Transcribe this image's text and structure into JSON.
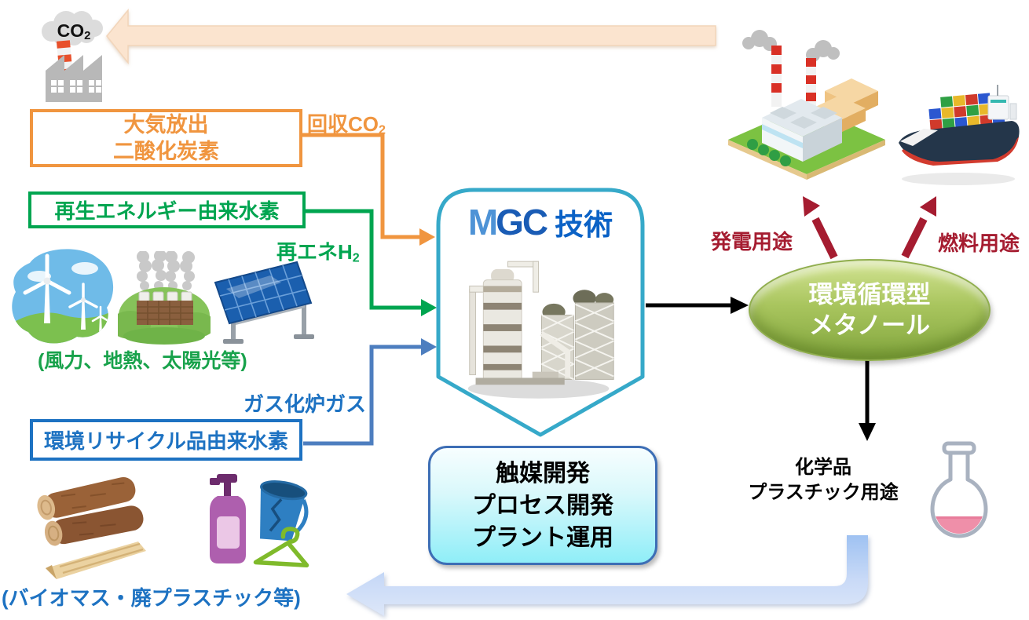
{
  "colors": {
    "orange": "#F0953F",
    "peach_arrow": "#FBE4CF",
    "green": "#00A550",
    "blue": "#1D72C2",
    "line_steel_blue": "#4D7EBF",
    "shield_cyan": "#36A9C9",
    "logo_blue": "#1A5CB5",
    "tech_text_blue": "#0B62C6",
    "dark_red": "#A51C30",
    "methanol_green_light": "#D3E493",
    "methanol_green_dark": "#82A63E",
    "return_arrow_blue": "#9FC2F2",
    "black": "#000000"
  },
  "emission": {
    "cloud_prefix": "CO",
    "cloud_sub": "2",
    "box_line1": "大気放出",
    "box_line2": "二酸化炭素"
  },
  "captured_co2": {
    "prefix": "回収CO",
    "sub": "2"
  },
  "renewable": {
    "box_label": "再生エネルギー由来水素",
    "stream_prefix": "再エネH",
    "stream_sub": "2",
    "caption": "(風力、地熱、太陽光等)"
  },
  "recycled": {
    "stream_label": "ガス化炉ガス",
    "box_label": "環境リサイクル品由来水素",
    "caption": "(バイオマス・廃プラスチック等)"
  },
  "center": {
    "logo_m": "M",
    "logo_gc": "GC",
    "logo_suffix": "技術",
    "tech_lines": [
      "触媒開発",
      "プロセス開発",
      "プラント運用"
    ]
  },
  "methanol": {
    "line1": "環境循環型",
    "line2": "メタノール"
  },
  "uses": {
    "power": "発電用途",
    "fuel": "燃料用途",
    "chemical_line1": "化学品",
    "chemical_line2": "プラスチック用途"
  },
  "icons": {
    "co2_factory": "factory-emitting-co2-cloud",
    "wind": "wind-turbines",
    "geothermal": "geothermal-plant-with-steam",
    "solar": "solar-panel",
    "logs": "biomass-wood-logs",
    "plastic_waste": "pump-bottle-bucket-hanger",
    "chemical_plant": "methanol-plant",
    "power_plant": "isometric-power-station",
    "ship": "container-ship",
    "flask": "round-bottom-flask-pink-liquid"
  }
}
